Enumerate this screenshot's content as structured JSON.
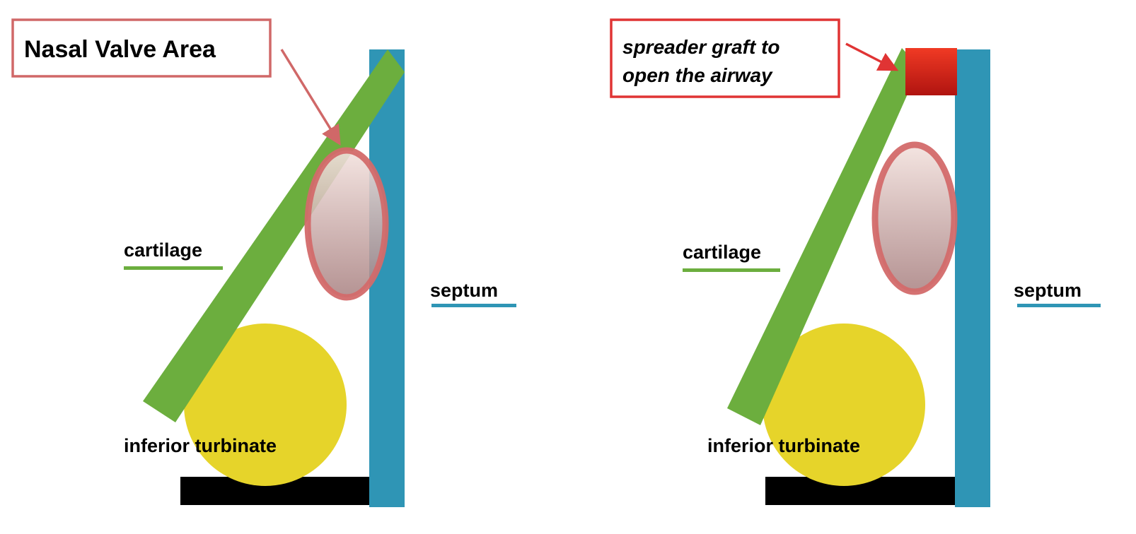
{
  "left_panel": {
    "callout": "Nasal Valve Area",
    "cartilage": "cartilage",
    "septum": "septum",
    "turbinate": "inferior turbinate"
  },
  "right_panel": {
    "callout_line1": "spreader graft to",
    "callout_line2": "open the airway",
    "cartilage": "cartilage",
    "septum": "septum",
    "turbinate": "inferior turbinate"
  },
  "colors": {
    "cartilage": "#6cae3e",
    "septum": "#2f95b5",
    "turbinate": "#e6d42a",
    "valve": "#d36a6a",
    "graft": "#d42a1e",
    "callout_left": "#d06868",
    "callout_right": "#e03434"
  }
}
